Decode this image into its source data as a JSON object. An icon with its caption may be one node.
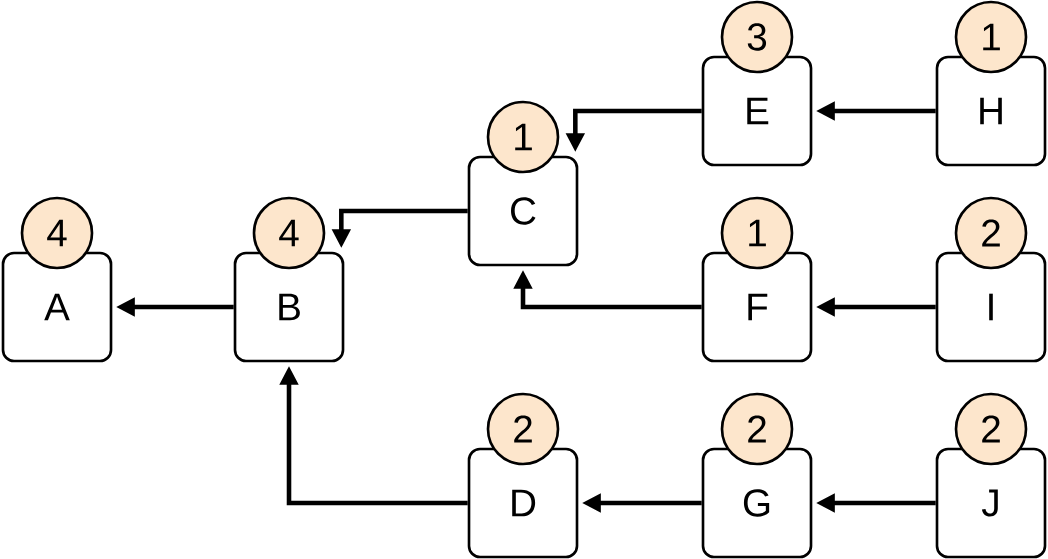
{
  "diagram": {
    "nodes": [
      {
        "text": [
          "A"
        ]
      },
      {
        "text": [
          "4"
        ]
      },
      {
        "text": [
          "B"
        ]
      },
      {
        "text": [
          "4"
        ]
      },
      {
        "text": [
          "C"
        ]
      },
      {
        "text": [
          "1"
        ]
      },
      {
        "text": [
          "D"
        ]
      },
      {
        "text": [
          "2"
        ]
      },
      {
        "text": [
          "E"
        ]
      },
      {
        "text": [
          "3"
        ]
      },
      {
        "text": [
          "F"
        ]
      },
      {
        "text": [
          "1"
        ]
      },
      {
        "text": [
          "G"
        ]
      },
      {
        "text": [
          "2"
        ]
      },
      {
        "text": [
          "H"
        ]
      },
      {
        "text": [
          "1"
        ]
      },
      {
        "text": [
          "I"
        ]
      },
      {
        "text": [
          "2"
        ]
      },
      {
        "text": [
          "J"
        ]
      },
      {
        "text": [
          "2"
        ]
      }
    ],
    "edges": [
      {
        "from": 2,
        "to": 0,
        "arrow": "to"
      },
      {
        "from": 4,
        "to": 2,
        "arrow": "to"
      },
      {
        "from": 8,
        "to": 4,
        "arrow": "to"
      },
      {
        "from": 10,
        "to": 4,
        "arrow": "to"
      },
      {
        "from": 6,
        "to": 2,
        "arrow": "to"
      },
      {
        "from": 14,
        "to": 8,
        "arrow": "to"
      },
      {
        "from": 16,
        "to": 10,
        "arrow": "to"
      },
      {
        "from": 12,
        "to": 6,
        "arrow": "to"
      },
      {
        "from": 18,
        "to": 12,
        "arrow": "to"
      }
    ]
  }
}
